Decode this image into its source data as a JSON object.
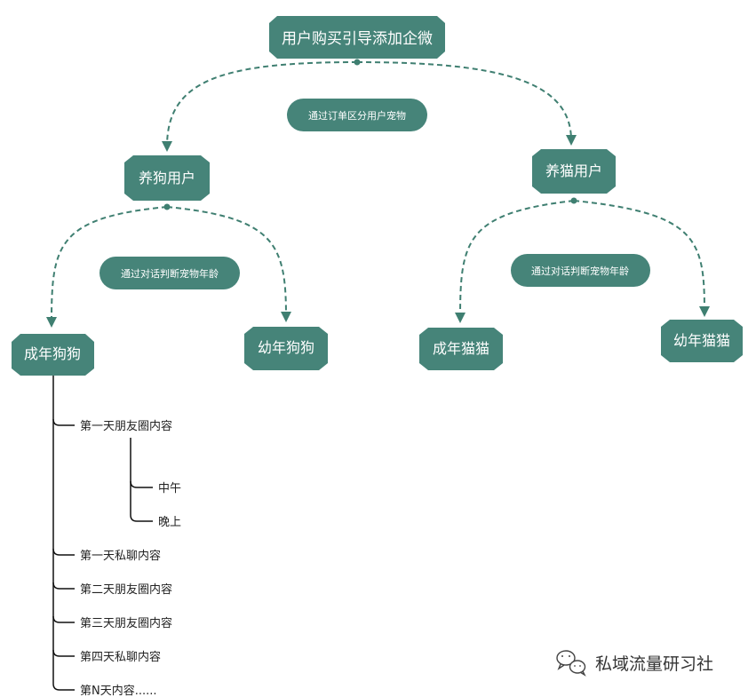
{
  "diagram": {
    "root": "用户购买引导添加企微",
    "split_labels": {
      "main": "通过订单区分用户宠物",
      "dog": "通过对话判断宠物年龄",
      "cat": "通过对话判断宠物年龄"
    },
    "level1": {
      "dog": "养狗用户",
      "cat": "养猫用户"
    },
    "level2": {
      "adult_dog": "成年狗狗",
      "young_dog": "幼年狗狗",
      "adult_cat": "成年猫猫",
      "young_cat": "幼年猫猫"
    },
    "adult_dog_tree": {
      "items": [
        "第一天朋友圈内容",
        "第一天私聊内容",
        "第二天朋友圈内容",
        "第三天朋友圈内容",
        "第四天私聊内容",
        "第N天内容......"
      ],
      "sub_items": [
        "中午",
        "晚上"
      ]
    }
  },
  "watermark": {
    "text": "私域流量研习社",
    "icon": "wechat-icon"
  },
  "colors": {
    "node": "#468479",
    "connector": "#3f7f71",
    "tree_line": "#111111"
  }
}
